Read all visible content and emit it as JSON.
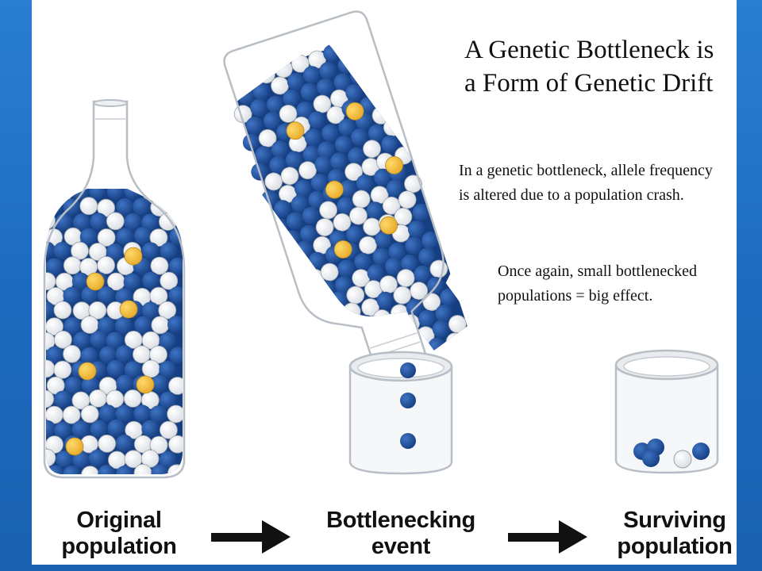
{
  "title": "A Genetic Bottleneck is a Form of Genetic Drift",
  "paragraphs": [
    "In a genetic bottleneck, allele frequency is altered due to a population crash.",
    "Once again, small bottlenecked populations = big effect."
  ],
  "stages": [
    {
      "label": "Original\npopulation"
    },
    {
      "label": "Bottlenecking\nevent"
    },
    {
      "label": "Surviving\npopulation"
    }
  ],
  "colors": {
    "blue_marble": "#1f4f9a",
    "white_marble": "#ffffff",
    "yellow_marble": "#f5c242",
    "background": "#1f6fc0"
  }
}
